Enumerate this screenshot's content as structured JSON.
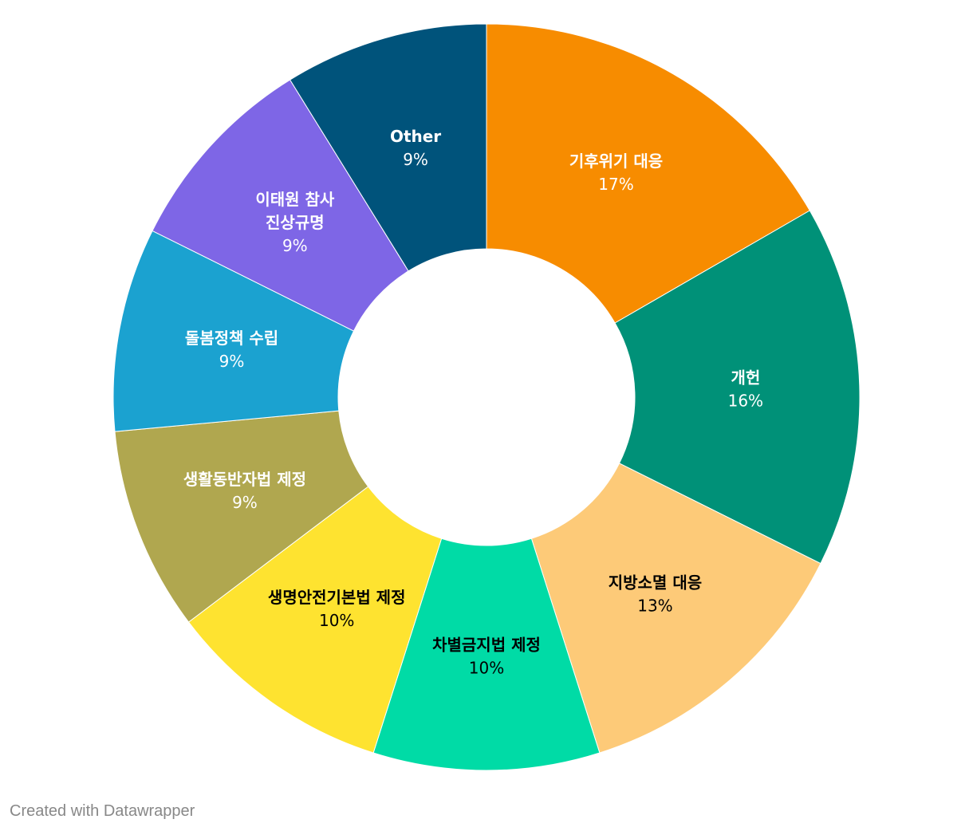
{
  "chart_data": {
    "type": "pie",
    "donut": true,
    "title": "",
    "slices": [
      {
        "label": [
          "기후위기 대응"
        ],
        "value": 17,
        "value_label": "17%",
        "color": "#f78c00",
        "text_color": "#ffffff"
      },
      {
        "label": [
          "개헌"
        ],
        "value": 16,
        "value_label": "16%",
        "color": "#009178",
        "text_color": "#ffffff"
      },
      {
        "label": [
          "지방소멸 대응"
        ],
        "value": 13,
        "value_label": "13%",
        "color": "#fdca78",
        "text_color": "#000000"
      },
      {
        "label": [
          "차별금지법 제정"
        ],
        "value": 10,
        "value_label": "10%",
        "color": "#00dba6",
        "text_color": "#000000"
      },
      {
        "label": [
          "생명안전기본법 제정"
        ],
        "value": 10,
        "value_label": "10%",
        "color": "#fee330",
        "text_color": "#000000"
      },
      {
        "label": [
          "생활동반자법 제정"
        ],
        "value": 9,
        "value_label": "9%",
        "color": "#b0a74f",
        "text_color": "#ffffff"
      },
      {
        "label": [
          "돌봄정책 수립"
        ],
        "value": 9,
        "value_label": "9%",
        "color": "#1ba2d0",
        "text_color": "#ffffff"
      },
      {
        "label": [
          "이태원 참사",
          "진상규명"
        ],
        "value": 9,
        "value_label": "9%",
        "color": "#7e66e6",
        "text_color": "#ffffff"
      },
      {
        "label": [
          "Other"
        ],
        "value": 9,
        "value_label": "9%",
        "color": "#00537b",
        "text_color": "#ffffff"
      }
    ]
  },
  "footer": {
    "credit": "Created with Datawrapper"
  }
}
